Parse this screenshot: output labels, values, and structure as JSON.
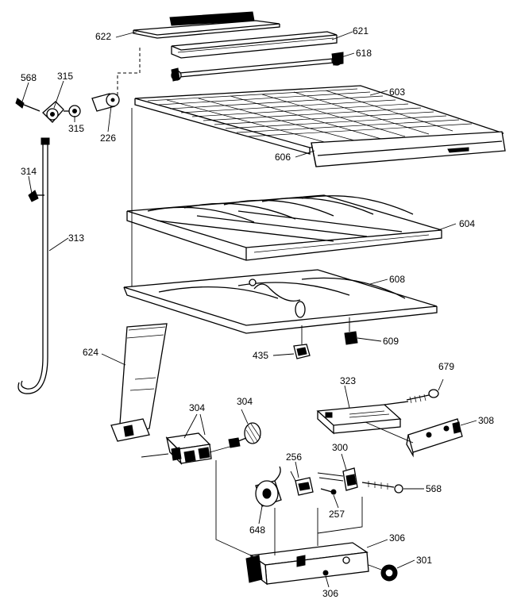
{
  "labels": {
    "l622": "622",
    "l621": "621",
    "l618": "618",
    "l568a": "568",
    "l315a": "315",
    "l315b": "315",
    "l226": "226",
    "l603": "603",
    "l606": "606",
    "l314": "314",
    "l313": "313",
    "l604": "604",
    "l608": "608",
    "l435": "435",
    "l609": "609",
    "l624": "624",
    "l679": "679",
    "l323": "323",
    "l304a": "304",
    "l304b": "304",
    "l308": "308",
    "l256": "256",
    "l300": "300",
    "l568b": "568",
    "l257": "257",
    "l648": "648",
    "l306a": "306",
    "l301": "301",
    "l306b": "306"
  }
}
